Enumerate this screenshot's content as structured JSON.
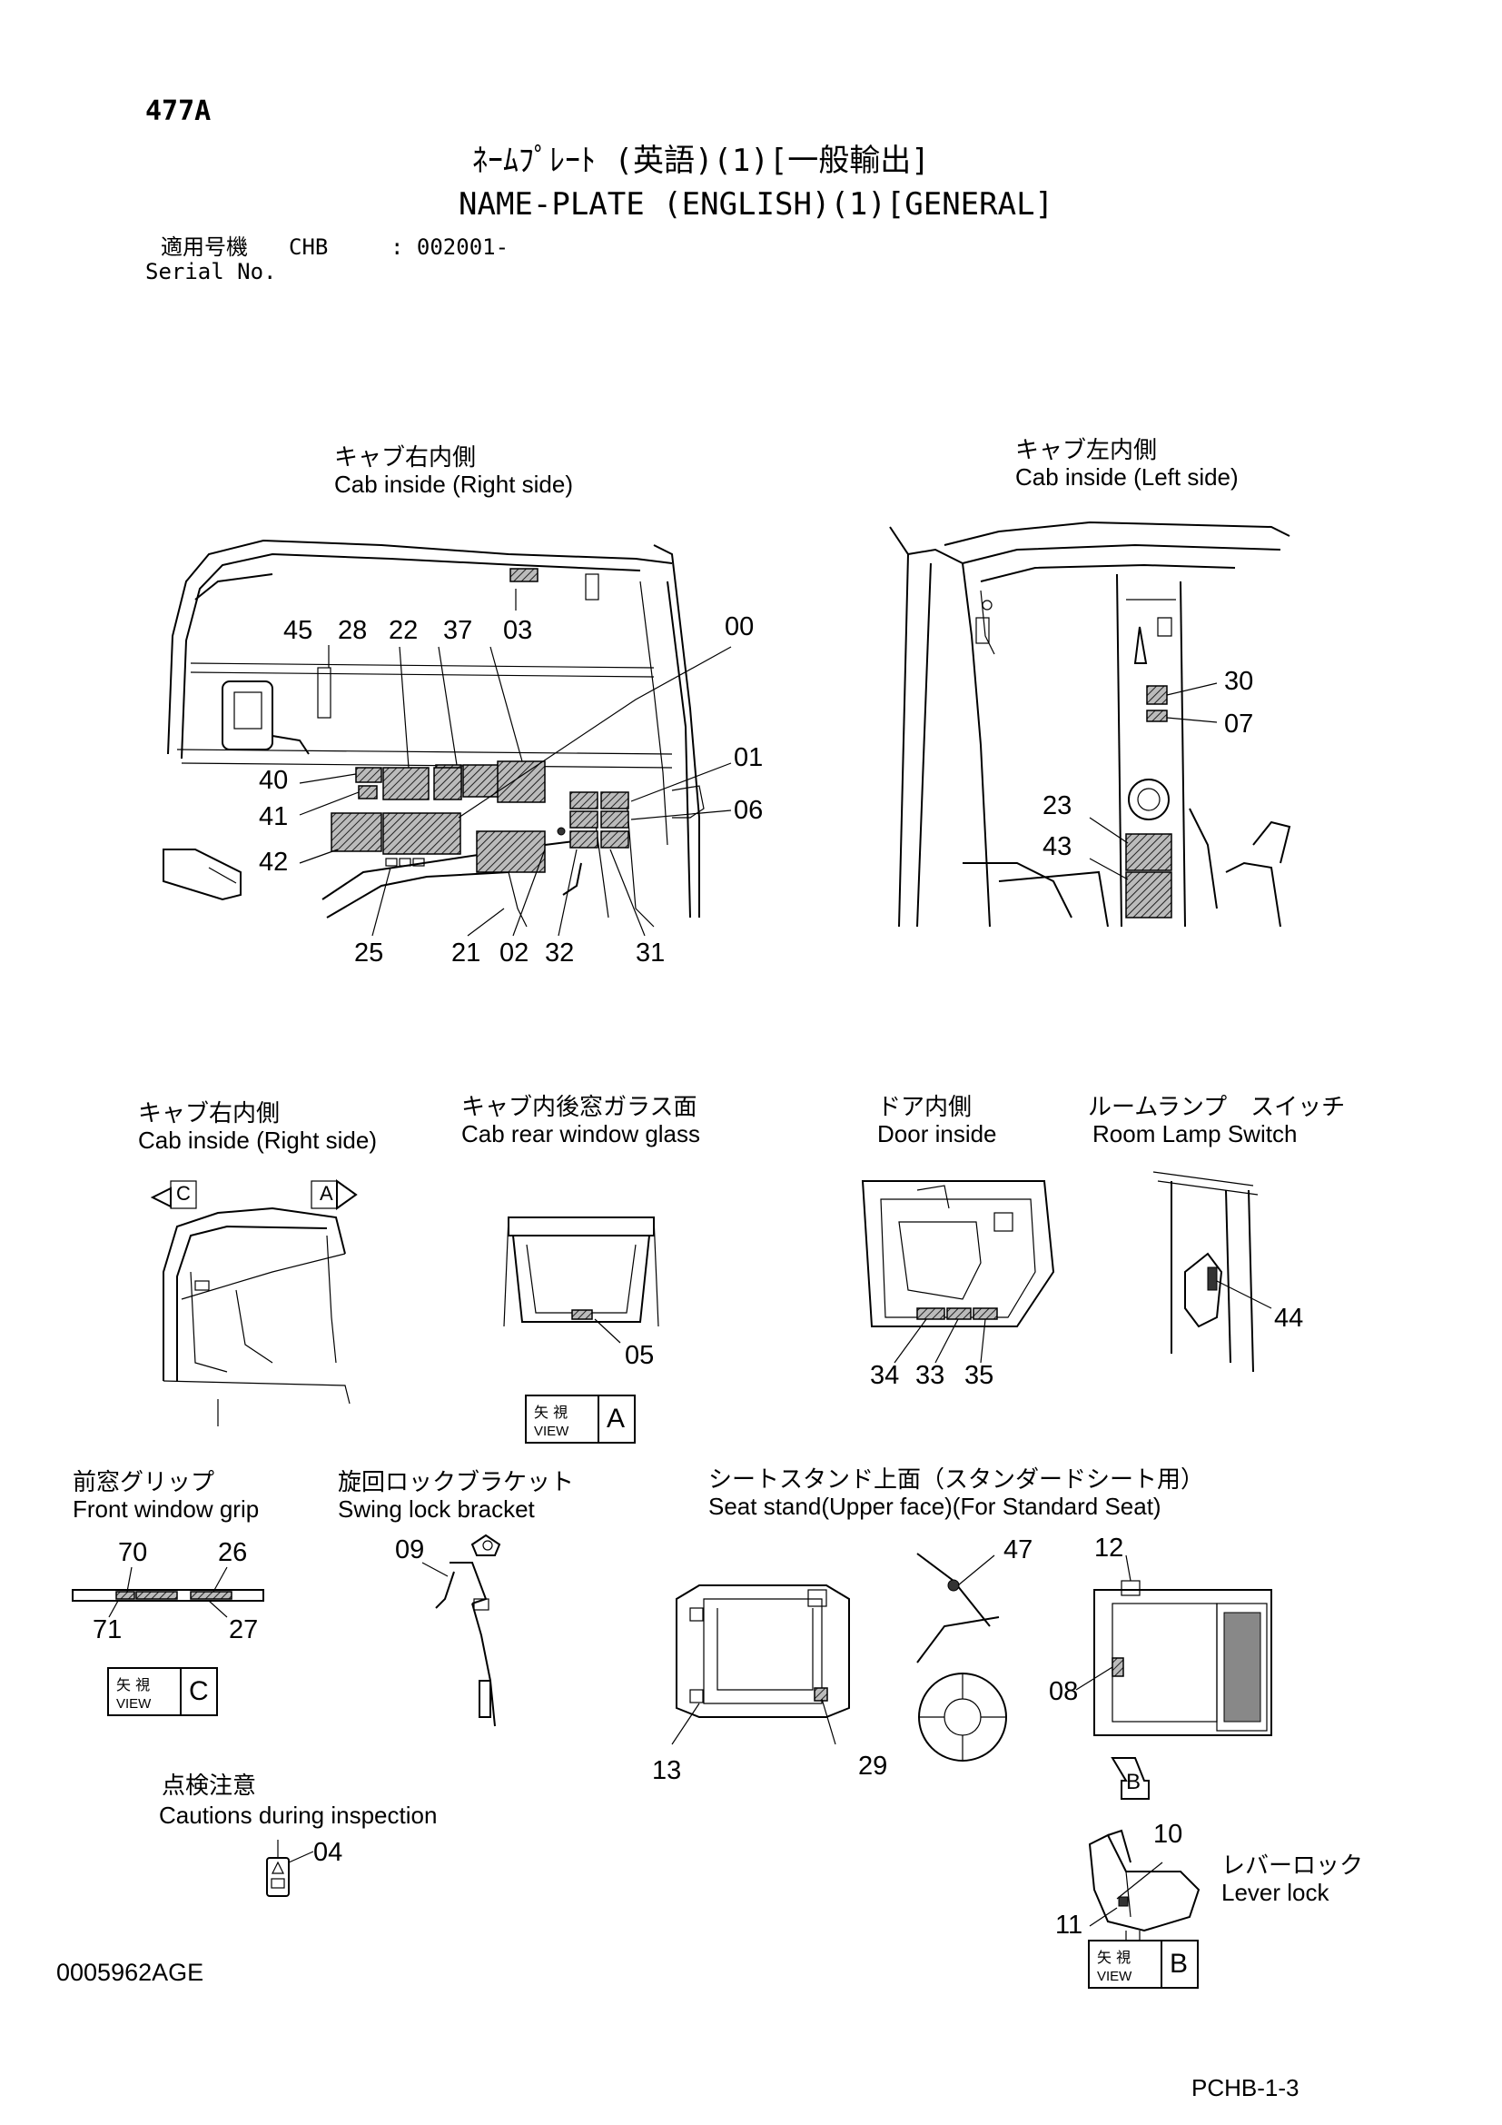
{
  "header": {
    "model_code": "477A",
    "title_jp": "ﾈｰﾑﾌﾟﾚｰﾄ (英語)(1)[一般輸出]",
    "title_en": "NAME-PLATE (ENGLISH)(1)[GENERAL]",
    "applicable_label_jp": "適用号機",
    "applicable_model": "CHB",
    "serial_value": ": 002001-",
    "serial_label": "Serial No."
  },
  "sections": {
    "cab_right_1": {
      "jp": "キャブ右内側",
      "en": "Cab inside (Right side)"
    },
    "cab_left": {
      "jp": "キャブ左内側",
      "en": "Cab inside (Left side)"
    },
    "cab_right_2": {
      "jp": "キャブ右内側",
      "en": "Cab inside (Right side)"
    },
    "rear_window": {
      "jp": "キャブ内後窓ガラス面",
      "en": "Cab rear window glass"
    },
    "door_inside": {
      "jp": "ドア内側",
      "en": "Door inside"
    },
    "room_lamp": {
      "jp": "ルームランプ　スイッチ",
      "en": "Room Lamp Switch"
    },
    "front_grip": {
      "jp": "前窓グリップ",
      "en": "Front window grip"
    },
    "swing_lock": {
      "jp": "旋回ロックブラケット",
      "en": "Swing lock bracket"
    },
    "seat_stand": {
      "jp": "シートスタンド上面（スタンダードシート用）",
      "en": "Seat stand(Upper face)(For Standard Seat)"
    },
    "inspection": {
      "jp": "点検注意",
      "en": "Cautions during inspection"
    },
    "lever_lock": {
      "jp": "レバーロック",
      "en": "Lever lock"
    }
  },
  "callouts": {
    "cab_right": [
      "45",
      "28",
      "22",
      "37",
      "03",
      "00",
      "40",
      "41",
      "42",
      "01",
      "06",
      "25",
      "21",
      "02",
      "32",
      "31"
    ],
    "cab_left": [
      "30",
      "07",
      "23",
      "43"
    ],
    "rear_window": [
      "05"
    ],
    "door": [
      "34",
      "33",
      "35"
    ],
    "room_lamp": [
      "44"
    ],
    "front_grip": [
      "70",
      "26",
      "71",
      "27"
    ],
    "swing_lock": [
      "09"
    ],
    "seat_stand": [
      "47",
      "12",
      "08",
      "13",
      "29"
    ],
    "inspection": [
      "04"
    ],
    "lever_lock": [
      "10",
      "11"
    ]
  },
  "view_markers": {
    "view_a": {
      "jp": "矢 視",
      "en": "VIEW",
      "letter": "A"
    },
    "view_b": {
      "jp": "矢 視",
      "en": "VIEW",
      "letter": "B"
    },
    "view_c": {
      "jp": "矢 視",
      "en": "VIEW",
      "letter": "C"
    },
    "arrow_c": "C",
    "arrow_a": "A",
    "arrow_b": "B"
  },
  "footer": {
    "doc_number": "0005962AGE",
    "page_code": "PCHB-1-3"
  }
}
